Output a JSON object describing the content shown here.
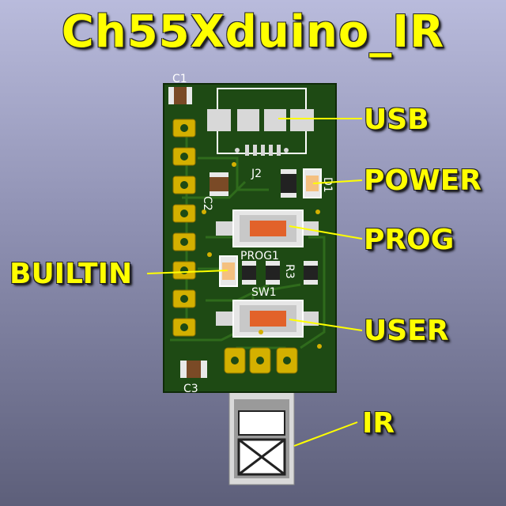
{
  "title": "Ch55Xduino_IR",
  "callouts": {
    "usb": "USB",
    "power": "POWER",
    "prog": "PROG",
    "builtin": "BUILTIN",
    "user": "USER",
    "ir": "IR"
  },
  "silkscreen": {
    "c1": "C1",
    "c2": "C2",
    "c3": "C3",
    "j2": "J2",
    "d1": "D1",
    "prog1": "PROG1",
    "r3": "R3",
    "sw1": "SW1"
  },
  "colors": {
    "label": "#ffff00",
    "pcb": "#1e4a14",
    "copper_pad": "#d4b000",
    "button": "#e2622a"
  }
}
